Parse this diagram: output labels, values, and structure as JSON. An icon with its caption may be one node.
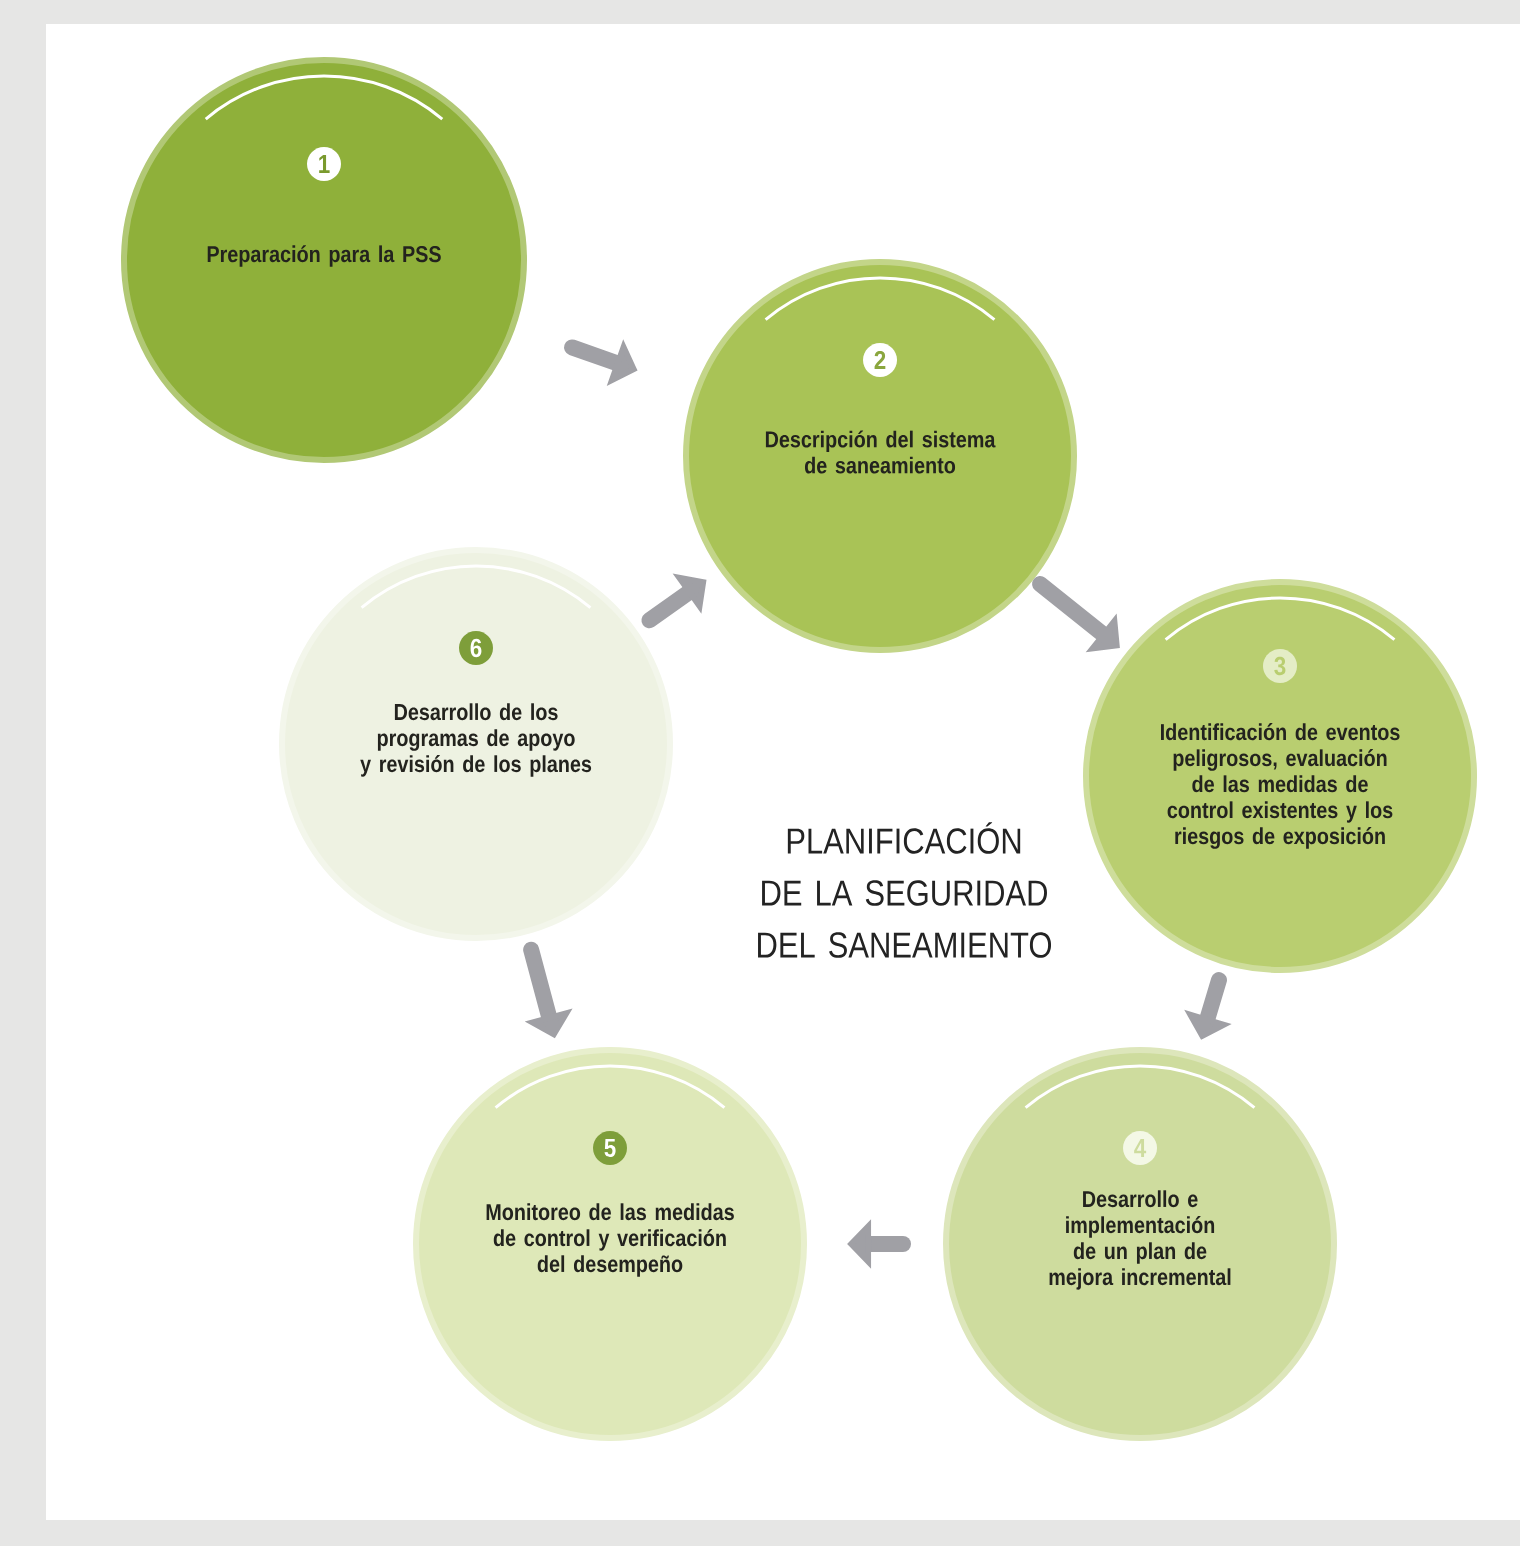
{
  "diagram": {
    "title": "PLANIFICACIÓN DE LA SEGURIDAD DEL SANEAMIENTO",
    "nodes": [
      {
        "text": [
          "1",
          "Preparación para la PSS"
        ]
      },
      {
        "text": [
          "2",
          "Descripción del sistema de saneamiento"
        ]
      },
      {
        "text": [
          "3",
          "Identificación de eventos peligrosos, evaluación de las medidas de control existentes y los riesgos de exposición"
        ]
      },
      {
        "text": [
          "4",
          "Desarrollo e implementación de un plan de mejora incremental"
        ]
      },
      {
        "text": [
          "5",
          "Monitoreo de las medidas de control y verificación del desempeño"
        ]
      },
      {
        "text": [
          "6",
          "Desarrollo de los programas de apoyo y revisión de los planes"
        ]
      }
    ],
    "edges": [
      {
        "from": 0,
        "to": 1,
        "arrow": "to"
      },
      {
        "from": 1,
        "to": 2,
        "arrow": "to"
      },
      {
        "from": 2,
        "to": 3,
        "arrow": "to"
      },
      {
        "from": 3,
        "to": 4,
        "arrow": "to"
      },
      {
        "from": 5,
        "to": 4,
        "arrow": "to"
      },
      {
        "from": 5,
        "to": 1,
        "arrow": "to"
      }
    ]
  }
}
